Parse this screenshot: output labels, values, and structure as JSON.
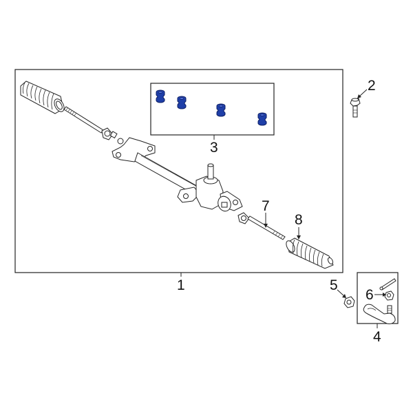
{
  "diagram": {
    "type": "exploded parts diagram",
    "subject": "Steering rack and pinion assembly",
    "highlight_color": "#1f3fa8",
    "line_color": "#1a1a1a",
    "callouts": [
      {
        "id": "1",
        "label": "1",
        "part": "steering-gear-assembly"
      },
      {
        "id": "2",
        "label": "2",
        "part": "mounting-bolt"
      },
      {
        "id": "3",
        "label": "3",
        "part": "rack-bushings-set",
        "highlighted": true,
        "count": 4
      },
      {
        "id": "4",
        "label": "4",
        "part": "outer-tie-rod-end"
      },
      {
        "id": "5",
        "label": "5",
        "part": "nut"
      },
      {
        "id": "6",
        "label": "6",
        "part": "castle-nut"
      },
      {
        "id": "7",
        "label": "7",
        "part": "inner-tie-rod"
      },
      {
        "id": "8",
        "label": "8",
        "part": "rack-boot"
      }
    ]
  }
}
